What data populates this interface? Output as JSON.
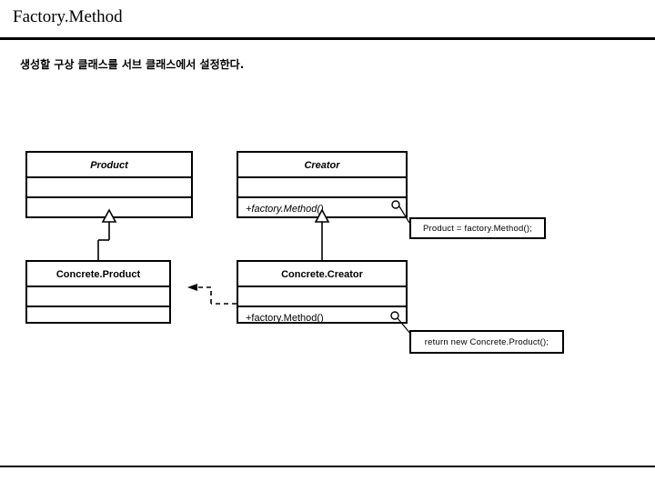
{
  "slide": {
    "title": "Factory.Method",
    "subtitle": "생성할 구상 클래스를 서브 클래스에서 설정한다."
  },
  "diagram": {
    "type": "uml-class-diagram",
    "classes": [
      {
        "id": "product",
        "name": "Product",
        "abstract": true,
        "attributes": "",
        "operations": ""
      },
      {
        "id": "creator",
        "name": "Creator",
        "abstract": true,
        "attributes": "",
        "operations": "+factory.Method()"
      },
      {
        "id": "concrete-product",
        "name": "Concrete.Product",
        "abstract": false,
        "attributes": "",
        "operations": ""
      },
      {
        "id": "concrete-creator",
        "name": "Concrete.Creator",
        "abstract": false,
        "attributes": "",
        "operations": "+factory.Method()"
      }
    ],
    "notes": [
      {
        "id": "note-creator",
        "text": "Product = factory.Method();"
      },
      {
        "id": "note-concrete-creator",
        "text": "return new Concrete.Product();"
      }
    ],
    "relations": [
      {
        "type": "generalization",
        "from": "concrete-product",
        "to": "product"
      },
      {
        "type": "generalization",
        "from": "concrete-creator",
        "to": "creator"
      },
      {
        "type": "dependency",
        "from": "concrete-creator",
        "to": "concrete-product"
      }
    ]
  }
}
